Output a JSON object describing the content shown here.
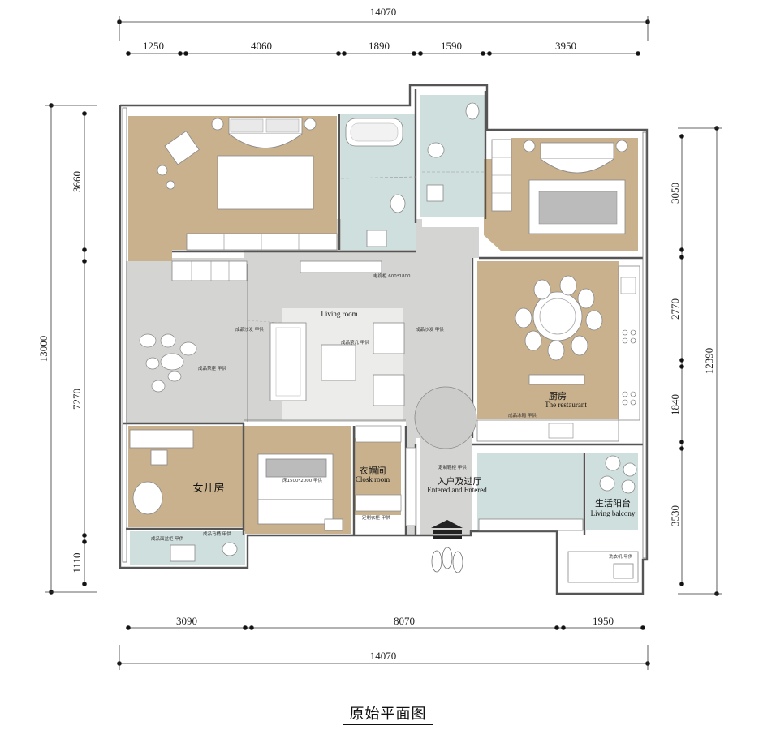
{
  "title": "原始平面图",
  "dimensions": {
    "top_total": "14070",
    "top_segments": [
      "1250",
      "4060",
      "1890",
      "1590",
      "3950"
    ],
    "bottom_segments": [
      "3090",
      "8070",
      "1950"
    ],
    "bottom_total": "14070",
    "left_total": "13000",
    "left_segments": [
      "3660",
      "7270",
      "1110"
    ],
    "right_total": "12390",
    "right_segments": [
      "3050",
      "2770",
      "1840",
      "3530"
    ]
  },
  "rooms": {
    "living_room": "Living room",
    "kitchen_cn": "厨房",
    "restaurant_en": "The restaurant",
    "daughter_room": "女儿房",
    "closet_cn": "衣帽间",
    "closet_en": "Closk room",
    "entrance_cn": "入户及过厅",
    "entrance_en": "Entered and Entered",
    "balcony_cn": "生活阳台",
    "balcony_en": "Living balcony"
  },
  "notes": {
    "tv": "电视柜 600*1800",
    "sofa_left": "成品沙发 甲供",
    "sofa_right": "成品沙发 甲供",
    "coffee_table": "成品茶几 甲供",
    "tea_set": "成品茶座 甲供",
    "bed": "床1500*2000 甲供",
    "fridge": "成品冰箱 甲供",
    "shoe_cabinet": "定制鞋柜 甲供",
    "wardrobe": "定制衣柜 甲供",
    "washbasin": "成品面盆柜 甲供",
    "toilet": "成品马桶 甲供",
    "washer": "洗衣机 甲供"
  }
}
